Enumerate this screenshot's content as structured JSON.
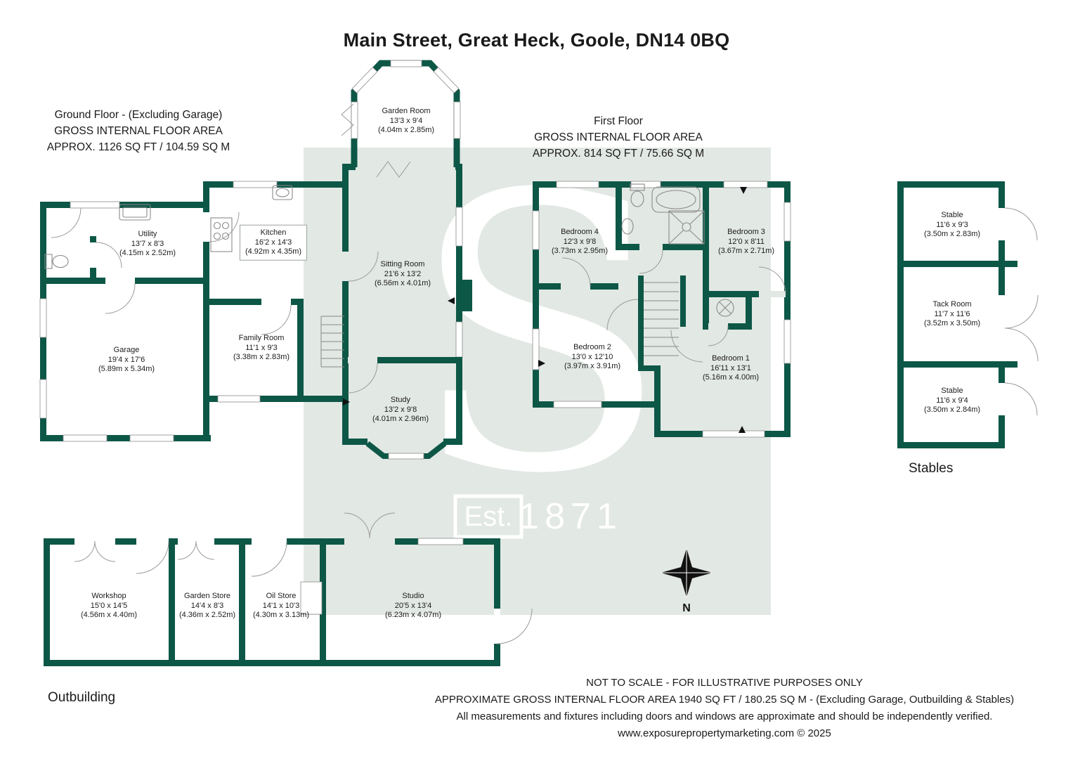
{
  "title": "Main Street, Great Heck, Goole, DN14 0BQ",
  "colors": {
    "wall_green": "#0d5747",
    "watermark_bg": "#e2e8e3"
  },
  "watermark": {
    "letter": "S",
    "est_label": "Est.",
    "year": "1871"
  },
  "compass": {
    "north_label": "N"
  },
  "ground_floor": {
    "heading": {
      "line1": "Ground Floor - (Excluding Garage)",
      "line2": "GROSS INTERNAL FLOOR AREA",
      "line3": "APPROX. 1126 SQ FT / 104.59 SQ M"
    },
    "rooms": {
      "garden_room": {
        "name": "Garden Room",
        "imperial": "13'3 x 9'4",
        "metric": "(4.04m x 2.85m)"
      },
      "utility": {
        "name": "Utility",
        "imperial": "13'7 x 8'3",
        "metric": "(4.15m x 2.52m)"
      },
      "kitchen": {
        "name": "Kitchen",
        "imperial": "16'2 x 14'3",
        "metric": "(4.92m x 4.35m)"
      },
      "sitting_room": {
        "name": "Sitting Room",
        "imperial": "21'6 x 13'2",
        "metric": "(6.56m x 4.01m)"
      },
      "family_room": {
        "name": "Family Room",
        "imperial": "11'1 x 9'3",
        "metric": "(3.38m x 2.83m)"
      },
      "garage": {
        "name": "Garage",
        "imperial": "19'4 x 17'6",
        "metric": "(5.89m x 5.34m)"
      },
      "study": {
        "name": "Study",
        "imperial": "13'2 x 9'8",
        "metric": "(4.01m x 2.96m)"
      }
    }
  },
  "first_floor": {
    "heading": {
      "line1": "First Floor",
      "line2": "GROSS INTERNAL FLOOR AREA",
      "line3": "APPROX. 814 SQ FT / 75.66 SQ M"
    },
    "rooms": {
      "bedroom_4": {
        "name": "Bedroom 4",
        "imperial": "12'3 x 9'8",
        "metric": "(3.73m x 2.95m)"
      },
      "bedroom_3": {
        "name": "Bedroom 3",
        "imperial": "12'0 x 8'11",
        "metric": "(3.67m x 2.71m)"
      },
      "bedroom_2": {
        "name": "Bedroom 2",
        "imperial": "13'0 x 12'10",
        "metric": "(3.97m x 3.91m)"
      },
      "bedroom_1": {
        "name": "Bedroom 1",
        "imperial": "16'11 x 13'1",
        "metric": "(5.16m x 4.00m)"
      }
    }
  },
  "stables": {
    "label": "Stables",
    "rooms": {
      "stable_top": {
        "name": "Stable",
        "imperial": "11'6 x 9'3",
        "metric": "(3.50m x 2.83m)"
      },
      "tack_room": {
        "name": "Tack Room",
        "imperial": "11'7 x 11'6",
        "metric": "(3.52m x 3.50m)"
      },
      "stable_bottom": {
        "name": "Stable",
        "imperial": "11'6 x 9'4",
        "metric": "(3.50m x 2.84m)"
      }
    }
  },
  "outbuilding": {
    "label": "Outbuilding",
    "rooms": {
      "workshop": {
        "name": "Workshop",
        "imperial": "15'0 x 14'5",
        "metric": "(4.56m x 4.40m)"
      },
      "garden_store": {
        "name": "Garden Store",
        "imperial": "14'4 x 8'3",
        "metric": "(4.36m x 2.52m)"
      },
      "oil_store": {
        "name": "Oil Store",
        "imperial": "14'1 x 10'3",
        "metric": "(4.30m x 3.13m)"
      },
      "studio": {
        "name": "Studio",
        "imperial": "20'5 x 13'4",
        "metric": "(6.23m x 4.07m)"
      }
    }
  },
  "footer": {
    "line1": "NOT TO SCALE - FOR ILLUSTRATIVE PURPOSES ONLY",
    "line2": "APPROXIMATE GROSS INTERNAL FLOOR AREA 1940 SQ FT / 180.25 SQ M - (Excluding Garage, Outbuilding & Stables)",
    "line3": "All measurements and fixtures including doors and windows are approximate and should be independently verified.",
    "line4": "www.exposurepropertymarketing.com © 2025"
  }
}
